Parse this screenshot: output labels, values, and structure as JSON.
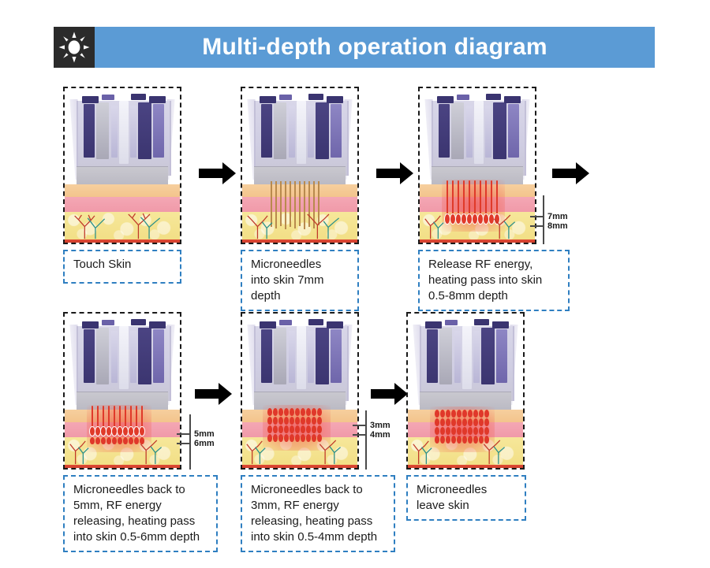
{
  "header": {
    "icon": "sun-icon",
    "title": "Multi-depth operation diagram",
    "bar_color": "#5b9bd5",
    "icon_box_color": "#2b2b2b",
    "title_color": "#ffffff"
  },
  "colors": {
    "panel_border": "#1a1a1a",
    "caption_border": "#2f7fc1",
    "arrow": "#000000",
    "epidermis": "#f3c48c",
    "dermis": "#f09aa9",
    "fat": "#f2df86",
    "muscle": "#cf3f2c",
    "needle": "#b98a4e",
    "rf_energy": "#e03a2a",
    "device_purple": "#3b3570"
  },
  "steps": [
    {
      "index": 1,
      "caption": "Touch Skin",
      "caption_lines": [
        "Touch Skin"
      ],
      "state": "touch",
      "needles": false,
      "rf": false,
      "bracket": null,
      "arrow_after": true
    },
    {
      "index": 2,
      "caption": "Microneedles into skin 7mm depth",
      "caption_lines": [
        "Microneedles",
        "into skin 7mm",
        "depth"
      ],
      "state": "needles-in",
      "needles": true,
      "rf": false,
      "bracket": null,
      "arrow_after": true
    },
    {
      "index": 3,
      "caption": "Release RF energy, heating pass into skin 0.5-8mm depth",
      "caption_lines": [
        "Release RF energy,",
        "heating pass into skin",
        "0.5-8mm depth"
      ],
      "state": "rf-deep",
      "needles": false,
      "rf": true,
      "bracket": {
        "labels": [
          "7mm",
          "8mm"
        ]
      },
      "arrow_after": true
    },
    {
      "index": 4,
      "caption": "Microneedles back to 5mm, RF energy releasing, heating pass into skin 0.5-6mm depth",
      "caption_lines": [
        "Microneedles back to",
        "5mm, RF energy",
        "releasing, heating pass",
        "into skin 0.5-6mm depth"
      ],
      "state": "rf-mid",
      "needles": false,
      "rf": true,
      "bracket": {
        "labels": [
          "5mm",
          "6mm"
        ]
      },
      "arrow_after": true
    },
    {
      "index": 5,
      "caption": "Microneedles back to 3mm, RF energy releasing, heating pass into skin 0.5-4mm depth",
      "caption_lines": [
        "Microneedles back to",
        "3mm, RF energy",
        "releasing, heating pass",
        "into skin 0.5-4mm depth"
      ],
      "state": "rf-shallow",
      "needles": false,
      "rf": true,
      "bracket": {
        "labels": [
          "3mm",
          "4mm"
        ]
      },
      "arrow_after": true
    },
    {
      "index": 6,
      "caption": "Microneedles leave skin",
      "caption_lines": [
        "Microneedles",
        "leave skin"
      ],
      "state": "leave",
      "needles": false,
      "rf": true,
      "bracket": null,
      "arrow_after": false
    }
  ]
}
